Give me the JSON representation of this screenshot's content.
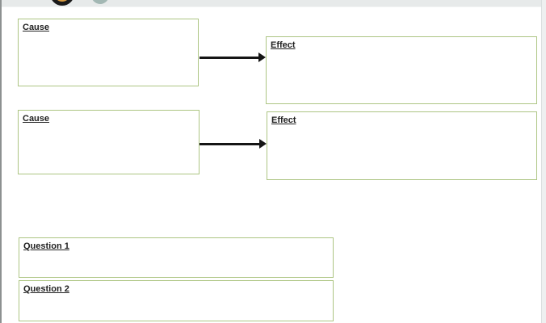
{
  "chrome": {
    "icons": [
      {
        "name": "orange-ring-icon"
      },
      {
        "name": "teal-circle-icon"
      }
    ]
  },
  "worksheet": {
    "pairs": [
      {
        "cause": {
          "label": "Cause",
          "value": ""
        },
        "effect": {
          "label": "Effect",
          "value": ""
        }
      },
      {
        "cause": {
          "label": "Cause",
          "value": ""
        },
        "effect": {
          "label": "Effect",
          "value": ""
        }
      }
    ],
    "questions": [
      {
        "label": "Question 1",
        "answer": ""
      },
      {
        "label": "Question 2",
        "answer": ""
      }
    ]
  },
  "colors": {
    "box_border": "#adc583",
    "label_text": "#212121",
    "arrow": "#151515",
    "top_bar_bg": "#e7eaea",
    "icon_orange_fill": "#d89b41",
    "icon_orange_ring": "#1a1a1a",
    "icon_teal_fill": "#a3b8b4",
    "left_edge": "#8d9191",
    "page_bg": "#ffffff"
  }
}
